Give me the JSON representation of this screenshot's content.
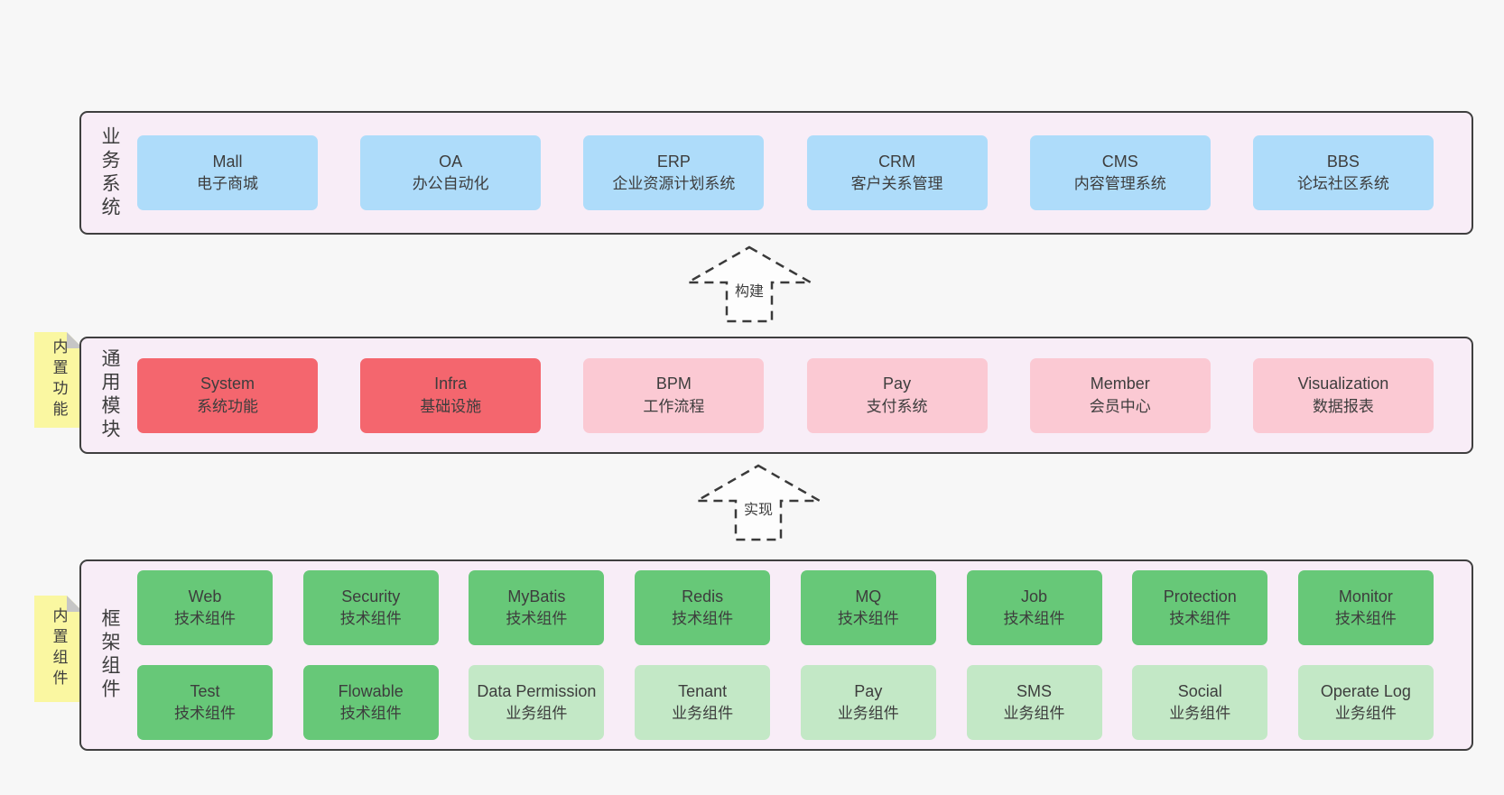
{
  "colors": {
    "background": "#f7f7f7",
    "panel_fill": "#f8edf7",
    "panel_border": "#3f3f3f",
    "box_blue": "#aedcfa",
    "box_red": "#f4666e",
    "box_pink": "#fbc9d3",
    "box_green": "#67c878",
    "box_green_light": "#c3e8c6",
    "note_yellow": "#faf7a1",
    "note_fold": "#c6c6c6",
    "text": "#3d3d3d",
    "arrow_fill": "#fdfdfd",
    "arrow_stroke": "#3a3a3a"
  },
  "business_layer": {
    "label": "业务系统",
    "boxes": [
      {
        "en": "Mall",
        "zh": "电子商城"
      },
      {
        "en": "OA",
        "zh": "办公自动化"
      },
      {
        "en": "ERP",
        "zh": "企业资源计划系统"
      },
      {
        "en": "CRM",
        "zh": "客户关系管理"
      },
      {
        "en": "CMS",
        "zh": "内容管理系统"
      },
      {
        "en": "BBS",
        "zh": "论坛社区系统"
      }
    ]
  },
  "build_arrow": {
    "label": "构建"
  },
  "modules_layer": {
    "label": "通用模块",
    "note": "内置功能",
    "boxes": [
      {
        "en": "System",
        "zh": "系统功能"
      },
      {
        "en": "Infra",
        "zh": "基础设施"
      },
      {
        "en": "BPM",
        "zh": "工作流程"
      },
      {
        "en": "Pay",
        "zh": "支付系统"
      },
      {
        "en": "Member",
        "zh": "会员中心"
      },
      {
        "en": "Visualization",
        "zh": "数据报表"
      }
    ]
  },
  "implement_arrow": {
    "label": "实现"
  },
  "framework_layer": {
    "label": "框架组件",
    "note": "内置组件",
    "row1": [
      {
        "en": "Web",
        "zh": "技术组件"
      },
      {
        "en": "Security",
        "zh": "技术组件"
      },
      {
        "en": "MyBatis",
        "zh": "技术组件"
      },
      {
        "en": "Redis",
        "zh": "技术组件"
      },
      {
        "en": "MQ",
        "zh": "技术组件"
      },
      {
        "en": "Job",
        "zh": "技术组件"
      },
      {
        "en": "Protection",
        "zh": "技术组件"
      },
      {
        "en": "Monitor",
        "zh": "技术组件"
      }
    ],
    "row2": [
      {
        "en": "Test",
        "zh": "技术组件"
      },
      {
        "en": "Flowable",
        "zh": "技术组件"
      },
      {
        "en": "Data Permission",
        "zh": "业务组件"
      },
      {
        "en": "Tenant",
        "zh": "业务组件"
      },
      {
        "en": "Pay",
        "zh": "业务组件"
      },
      {
        "en": "SMS",
        "zh": "业务组件"
      },
      {
        "en": "Social",
        "zh": "业务组件"
      },
      {
        "en": "Operate Log",
        "zh": "业务组件"
      }
    ]
  }
}
